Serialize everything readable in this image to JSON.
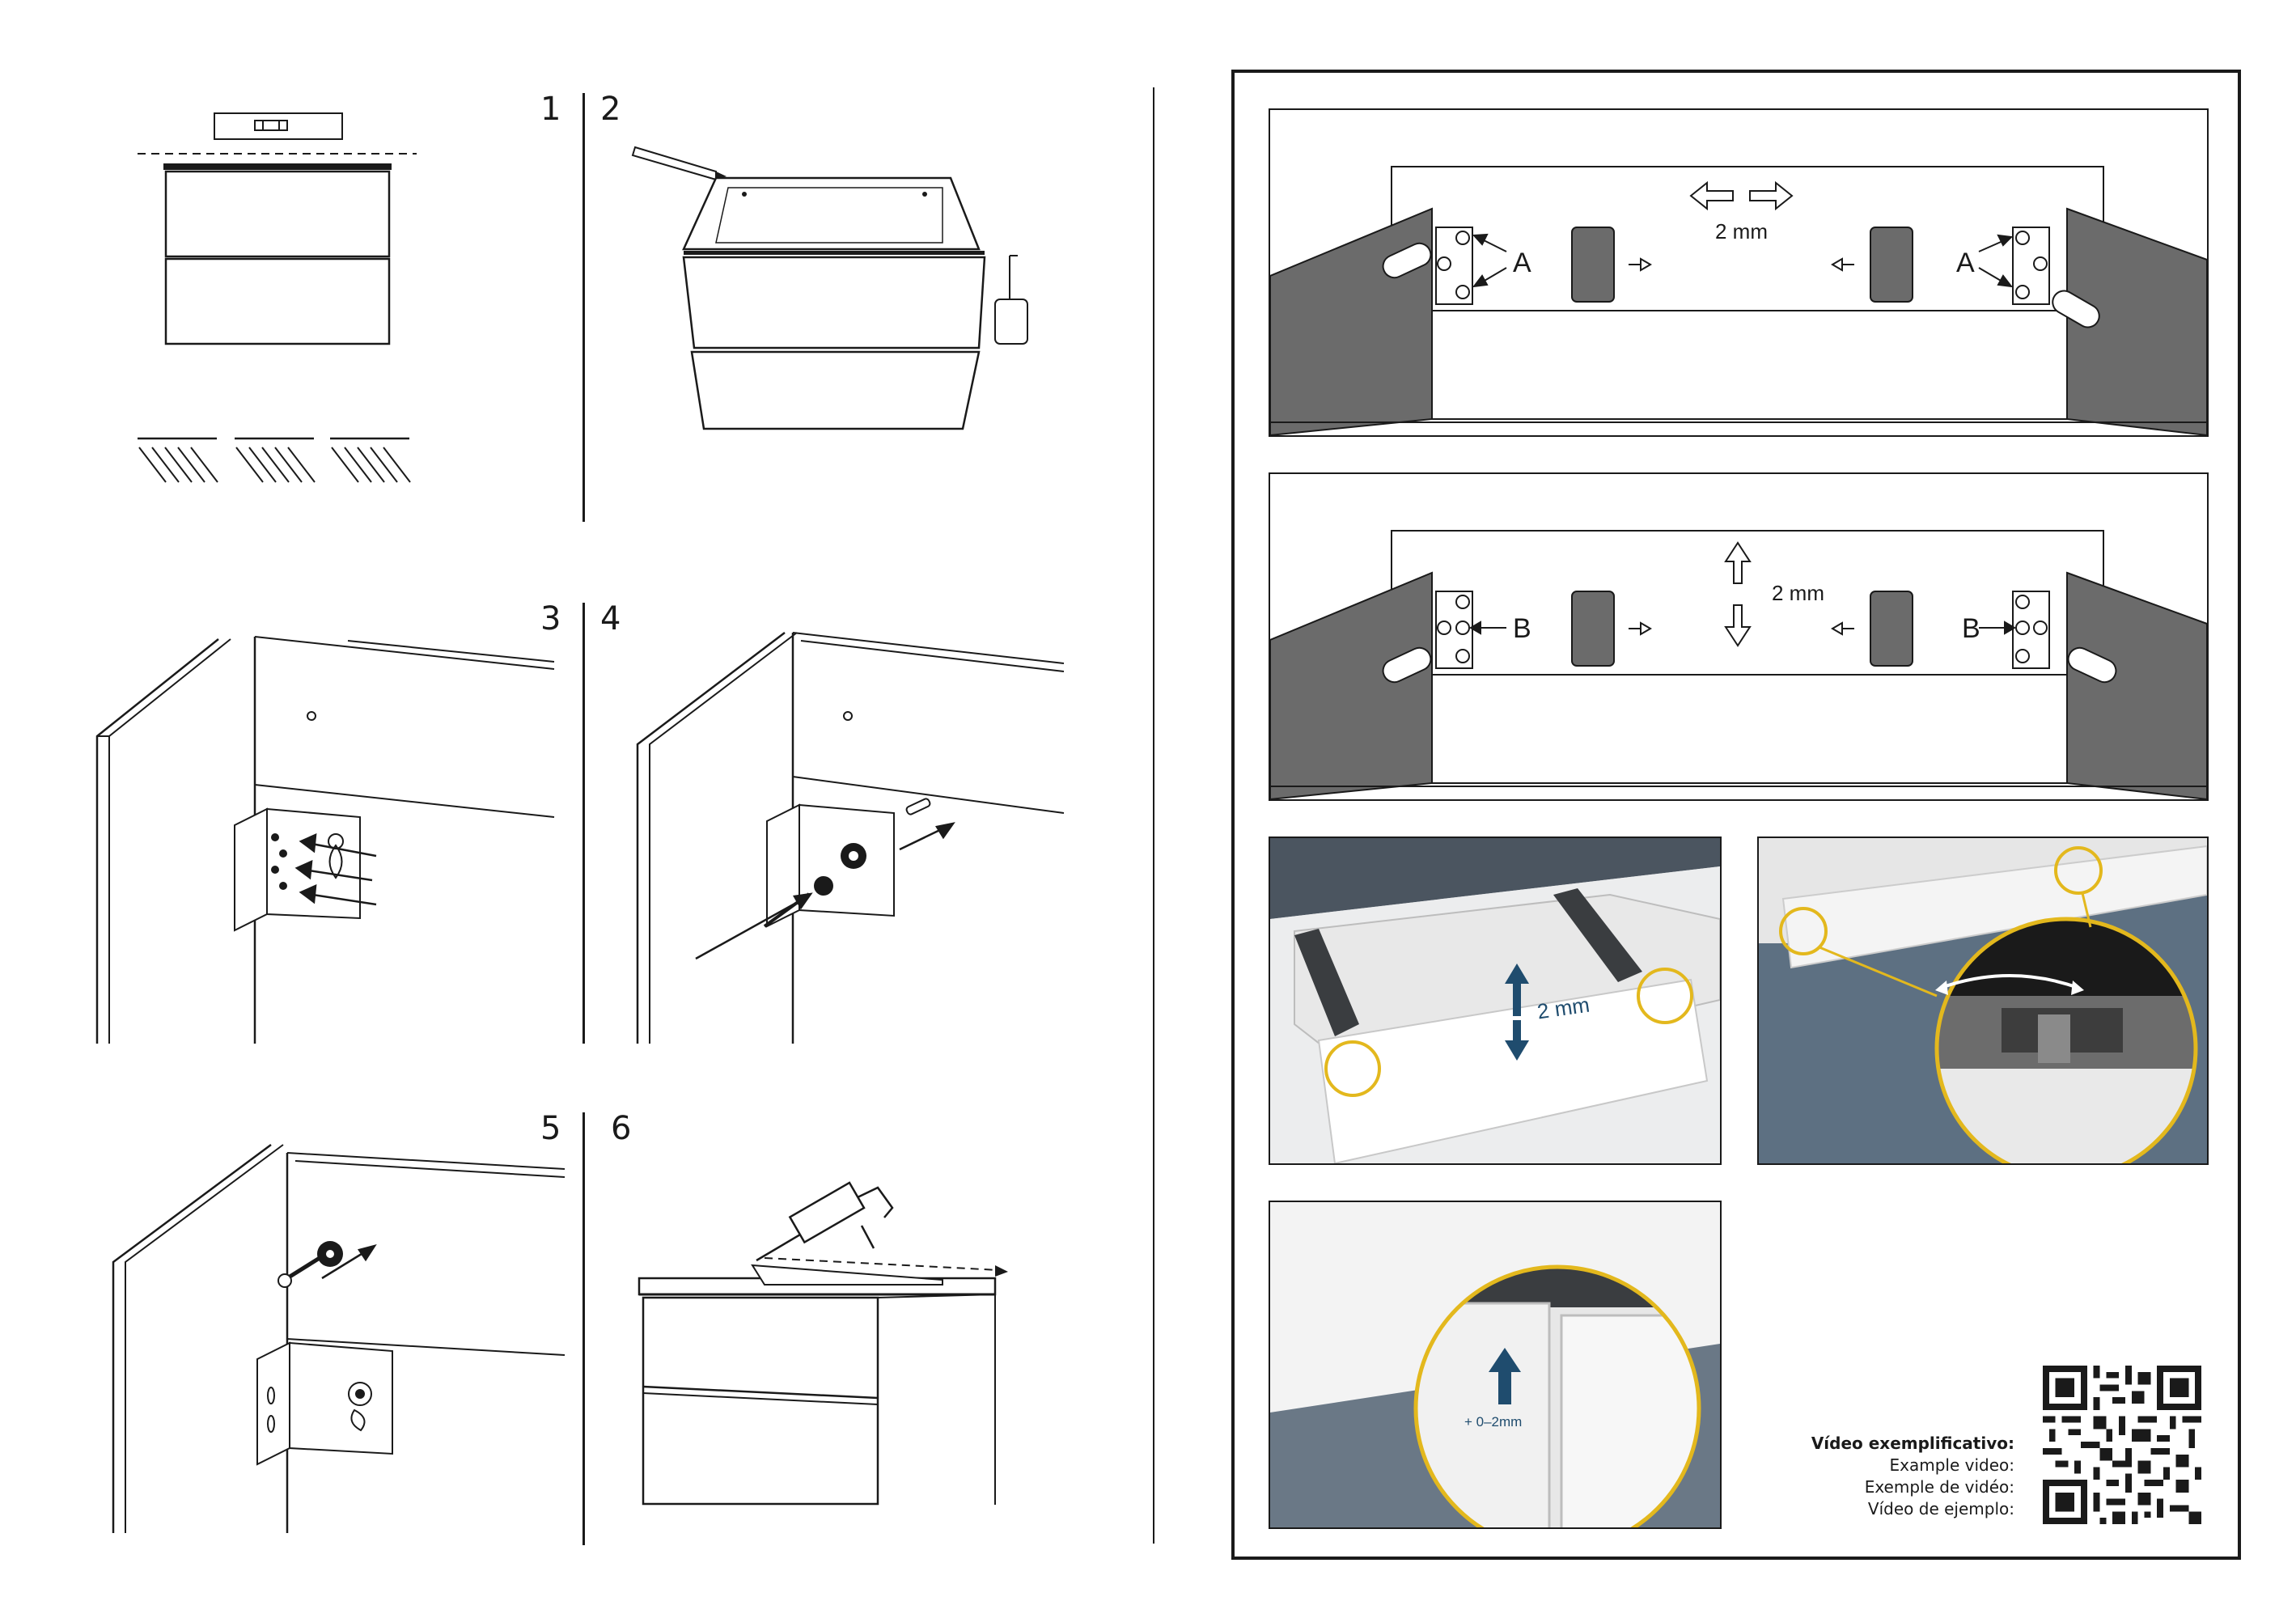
{
  "steps": {
    "s1": "1",
    "s2": "2",
    "s3": "3",
    "s4": "4",
    "s5": "5",
    "s6": "6"
  },
  "detail_panels": {
    "top": {
      "labels": [
        "A",
        "A"
      ],
      "gap": "2 mm"
    },
    "middle": {
      "labels": [
        "B",
        "B"
      ],
      "gap": "2 mm"
    },
    "photo_drawer": {
      "gap": "2 mm"
    },
    "photo_hinge": {},
    "photo_corner": {
      "offset": "+ 0–2mm"
    }
  },
  "video": {
    "title": "Vídeo exemplificativo:",
    "line_en": "Example video:",
    "line_fr": "Exemple de vidéo:",
    "line_es": "Vídeo de ejemplo:"
  },
  "colors": {
    "panel_gray": "#6b6b6b",
    "accent_blue": "#1f4c6e",
    "highlight_yellow": "#e3b81d"
  }
}
